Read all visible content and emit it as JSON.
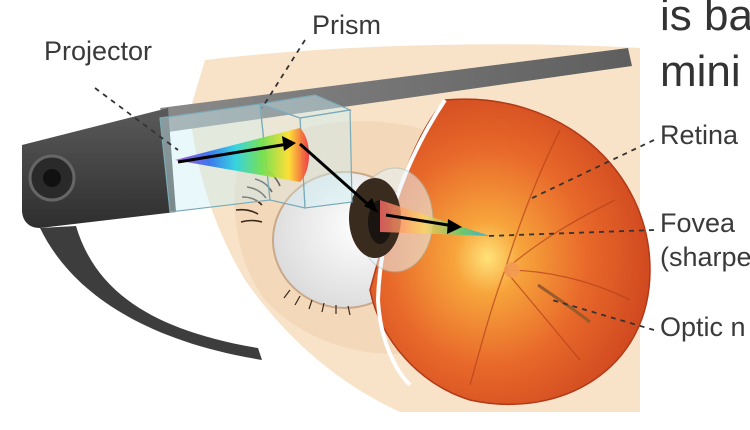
{
  "labels": {
    "projector": "Projector",
    "prism": "Prism",
    "retina": "Retina",
    "fovea": "Fovea",
    "fovea_note": "(sharpe",
    "optic": "Optic n"
  },
  "heading_fragments": {
    "line1": "is ba",
    "line2": "mini"
  },
  "colors": {
    "skin": "#f8e3c9",
    "frame": "#3a3a3a",
    "eyeball": "#e86d2a",
    "iris": "#3a2b1f",
    "leader_line": "#333333"
  }
}
